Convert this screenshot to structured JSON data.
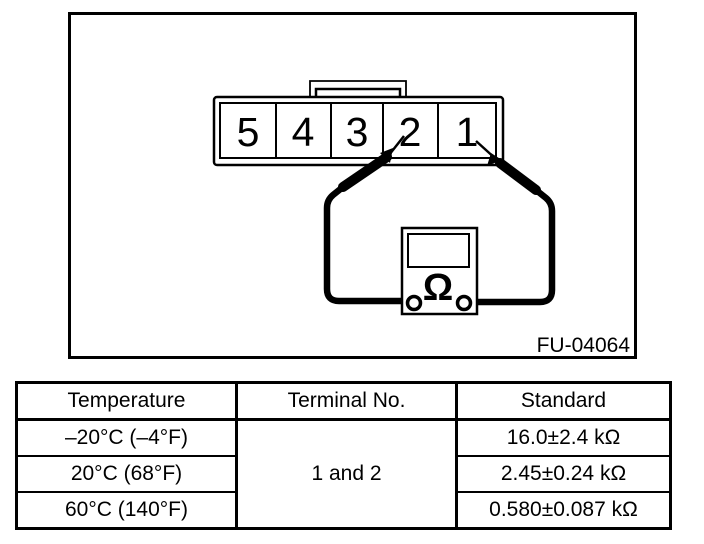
{
  "colors": {
    "ink": "#000000",
    "background": "#ffffff"
  },
  "figure": {
    "code_label": "FU-04064",
    "connector": {
      "pins": [
        "5",
        "4",
        "3",
        "2",
        "1"
      ]
    },
    "meter": {
      "dial_symbol": "Ω"
    }
  },
  "spec_table": {
    "headers": {
      "temperature": "Temperature",
      "terminal": "Terminal No.",
      "standard": "Standard"
    },
    "terminal_value": "1 and 2",
    "rows": [
      {
        "temperature": "–20°C (–4°F)",
        "standard": "16.0±2.4 kΩ"
      },
      {
        "temperature": "20°C (68°F)",
        "standard": "2.45±0.24 kΩ"
      },
      {
        "temperature": "60°C (140°F)",
        "standard": "0.580±0.087 kΩ"
      }
    ]
  }
}
